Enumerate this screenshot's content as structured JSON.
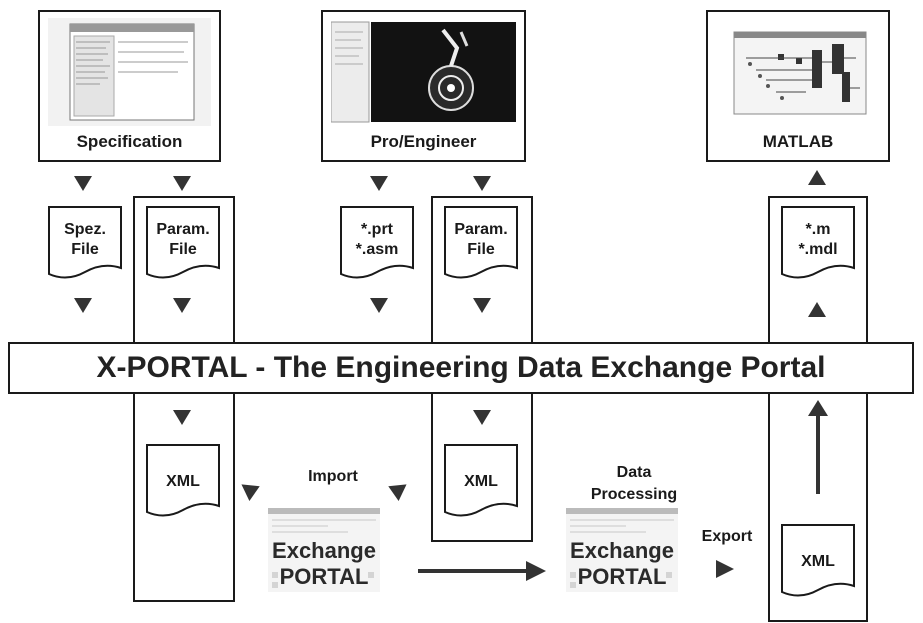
{
  "tools": {
    "specification": "Specification",
    "pro_engineer": "Pro/Engineer",
    "matlab": "MATLAB"
  },
  "files": {
    "spez": [
      "Spez.",
      "File"
    ],
    "param1": [
      "Param.",
      "File"
    ],
    "prt": [
      "*.prt",
      "*.asm"
    ],
    "param2": [
      "Param.",
      "File"
    ],
    "matlab_files": [
      "*.m",
      "*.mdl"
    ],
    "xml1": "XML",
    "xml2": "XML",
    "xml3": "XML"
  },
  "portal_bar": "X-PORTAL - The Engineering Data Exchange Portal",
  "flow_labels": {
    "import": "Import",
    "data_processing": [
      "Data",
      "Processing"
    ],
    "export": "Export"
  },
  "exchange_portal": {
    "left": [
      "Exchange",
      "PORTAL"
    ],
    "right": [
      "Exchange",
      "PORTAL"
    ]
  }
}
